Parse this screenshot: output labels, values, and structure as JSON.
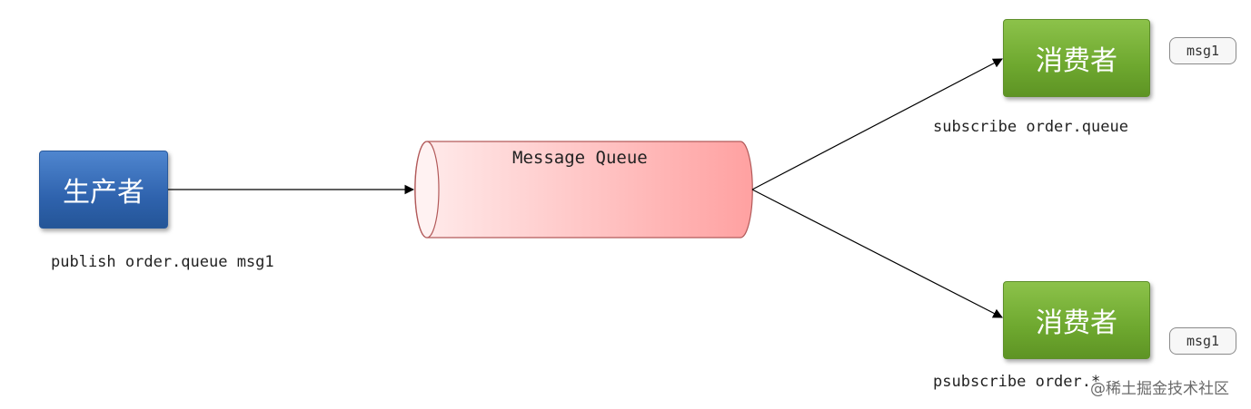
{
  "producer": {
    "label": "生产者",
    "command": "publish order.queue msg1"
  },
  "queue": {
    "label": "Message Queue"
  },
  "consumers": [
    {
      "label": "消费者",
      "command": "subscribe order.queue",
      "message": "msg1"
    },
    {
      "label": "消费者",
      "command": "psubscribe order.*",
      "message": "msg1"
    }
  ],
  "watermark": "@稀土掘金技术社区",
  "colors": {
    "producer": "#2f63ae",
    "consumer": "#6ea82f",
    "queue_fill": "#ffa3a3",
    "queue_border": "#b05050"
  }
}
